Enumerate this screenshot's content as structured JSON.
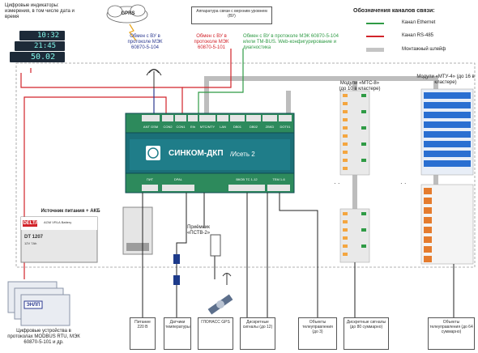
{
  "title_indicators": "Цифровые индикаторы: измерения, в том числе дата и время",
  "indicator_values": [
    "10:32",
    "21:45",
    "50.02"
  ],
  "gprs_label": "GPRS",
  "upper_level_box": "Аппаратура связи с верхним уровнем (ВУ)",
  "legend": {
    "title": "Обозначения каналов связи:",
    "items": [
      {
        "label": "Канал Ethernet",
        "color": "#2f9b45"
      },
      {
        "label": "Канал RS-485",
        "color": "#d2232a"
      },
      {
        "label": "Монтажный шлейф",
        "color": "#c4c4c4"
      }
    ]
  },
  "exchange_1": "Обмен с ВУ в протоколе МЭК 60870-5-104",
  "exchange_2": "Обмен с ВУ в протоколе МЭК 60870-5-101",
  "exchange_3": "Обмен с ВУ в протоколе МЭК 60870-5-104 и/или TM-BUS. Web-конфигурирование и диагностика",
  "modules_mts": "Модули «МТС-8» (до 10 в кластере)",
  "modules_mtu": "Модули «МТУ-4» (до 16 в кластере)",
  "device_title": "СИНКОМ-ДКП",
  "device_subtitle": "/Исеть 2",
  "device_ports_top": [
    "ANT GSM",
    "CON2",
    "CON1",
    "Eth",
    "MTC/MTY",
    "LAN",
    "DB01",
    "DB02",
    "ZBKD",
    "DOT01"
  ],
  "device_ports_bottom": [
    "ПИТ",
    "DPAL",
    "ВКОВ ТС 1-12",
    "ТЕМ 1-6"
  ],
  "power_label": "Источник питания + АКБ",
  "battery_brand": "DELTA",
  "battery_type": "AGM VRLA Battery",
  "battery_model": "DT 1207",
  "battery_spec": "12V 7Ah",
  "receiver_label": "Приёмник «ПСТВ-2»",
  "modbus_brand": "ЭНЛП",
  "bottom_labels": [
    "Цифровые устройства в протоколах MODBUS RTU, МЭК 60870-5-101 и др.",
    "Питание 220 В",
    "Датчики температуры",
    "ГЛОНАСС GPS",
    "Дискретные сигналы (до 12)",
    "Объекты телеуправления (до 3)",
    "Дискретные сигналы (до 80 суммарно)",
    "Объекты телеуправления (до 64 суммарно)"
  ]
}
